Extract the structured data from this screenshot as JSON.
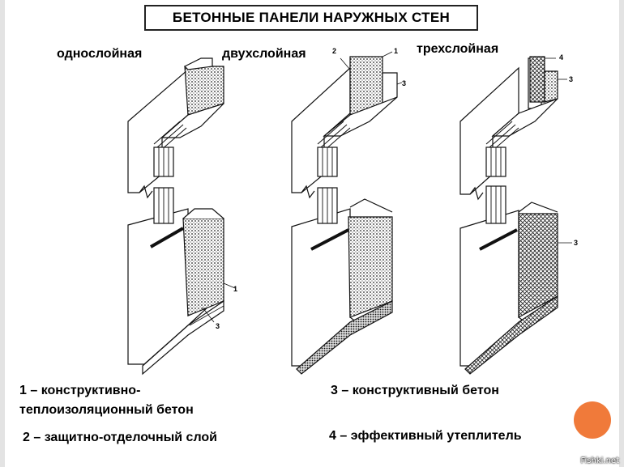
{
  "title": "БЕТОННЫЕ ПАНЕЛИ НАРУЖНЫХ СТЕН",
  "panels": [
    {
      "label": "однослойная"
    },
    {
      "label": "двухслойная"
    },
    {
      "label": "трехслойная"
    }
  ],
  "callouts": {
    "n1": "1",
    "n2": "2",
    "n3": "3",
    "n4": "4"
  },
  "legend": {
    "item1_line1": "1 – конструктивно-",
    "item1_line2": "теплоизоляционный бетон",
    "item2": "2 – защитно-отделочный слой",
    "item3": "3 – конструктивный бетон",
    "item4": "4 – эффективный утеплитель"
  },
  "watermark": "Fishki.net",
  "colors": {
    "accent_circle": "#f07a3a",
    "frame": "#e3e3e3"
  }
}
